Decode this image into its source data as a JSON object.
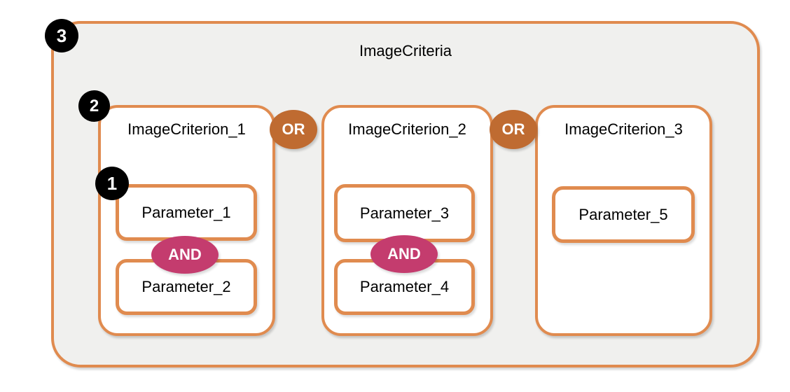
{
  "diagram": {
    "title": "ImageCriteria",
    "or_label": "OR",
    "and_label": "AND",
    "criteria": [
      {
        "label": "ImageCriterion_1",
        "parameters": [
          {
            "label": "Parameter_1"
          },
          {
            "label": "Parameter_2"
          }
        ],
        "operator_between_parameters": "AND"
      },
      {
        "label": "ImageCriterion_2",
        "parameters": [
          {
            "label": "Parameter_3"
          },
          {
            "label": "Parameter_4"
          }
        ],
        "operator_between_parameters": "AND"
      },
      {
        "label": "ImageCriterion_3",
        "parameters": [
          {
            "label": "Parameter_5"
          }
        ]
      }
    ],
    "operator_between_criteria": "OR",
    "markers": [
      {
        "label": "3",
        "points_to": "ImageCriteria container"
      },
      {
        "label": "2",
        "points_to": "ImageCriterion_1 box"
      },
      {
        "label": "1",
        "points_to": "Parameter_1 box"
      }
    ],
    "colors": {
      "border_orange": "#e08b4f",
      "or_badge_fill": "#bf6b31",
      "and_badge_fill": "#c43c6e",
      "container_fill": "#f0f0ee",
      "marker_fill": "#000000",
      "text": "#000000"
    }
  }
}
